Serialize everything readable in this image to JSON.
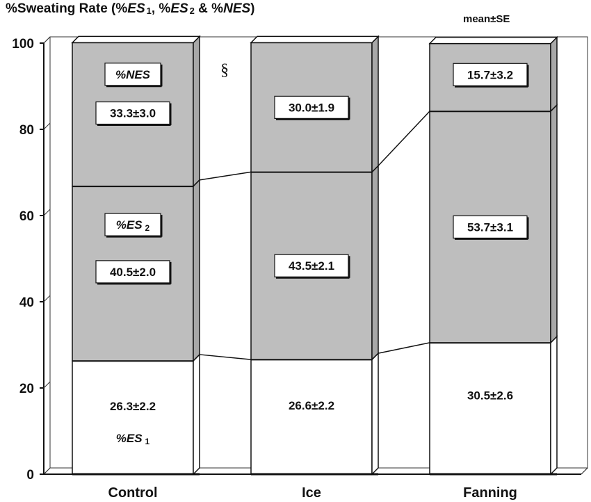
{
  "chart_data": {
    "type": "bar",
    "stacked": true,
    "title_parts": {
      "prefix": "%Sweating Rate (%",
      "es": "ES",
      "sub1": "1",
      "sep1": ", %",
      "sub2": "2",
      "sep2": " & %",
      "nes": "NES",
      "suffix": ")"
    },
    "note": "mean±SE",
    "marker": "§",
    "categories": [
      "Control",
      "Ice",
      "Fanning"
    ],
    "ylim": [
      0,
      100
    ],
    "yticks": [
      "0",
      "20",
      "40",
      "60",
      "80",
      "100"
    ],
    "series": [
      {
        "name": "%ES 1",
        "label_main": "%ES",
        "label_sub": "1",
        "values": [
          26.3,
          26.6,
          30.5
        ],
        "labels": [
          "26.3±2.2",
          "26.6±2.2",
          "30.5±2.6"
        ],
        "color": "#ffffff"
      },
      {
        "name": "%ES 2",
        "label_main": "%ES",
        "label_sub": "2",
        "values": [
          40.5,
          43.5,
          53.7
        ],
        "labels": [
          "40.5±2.0",
          "43.5±2.1",
          "53.7±3.1"
        ],
        "color": "#bebebe"
      },
      {
        "name": "%NES",
        "label_main": "%NES",
        "label_sub": "",
        "values": [
          33.3,
          30.0,
          15.7
        ],
        "labels": [
          "33.3±3.0",
          "30.0±1.9",
          "15.7±3.2"
        ],
        "color": "#bebebe"
      }
    ]
  }
}
